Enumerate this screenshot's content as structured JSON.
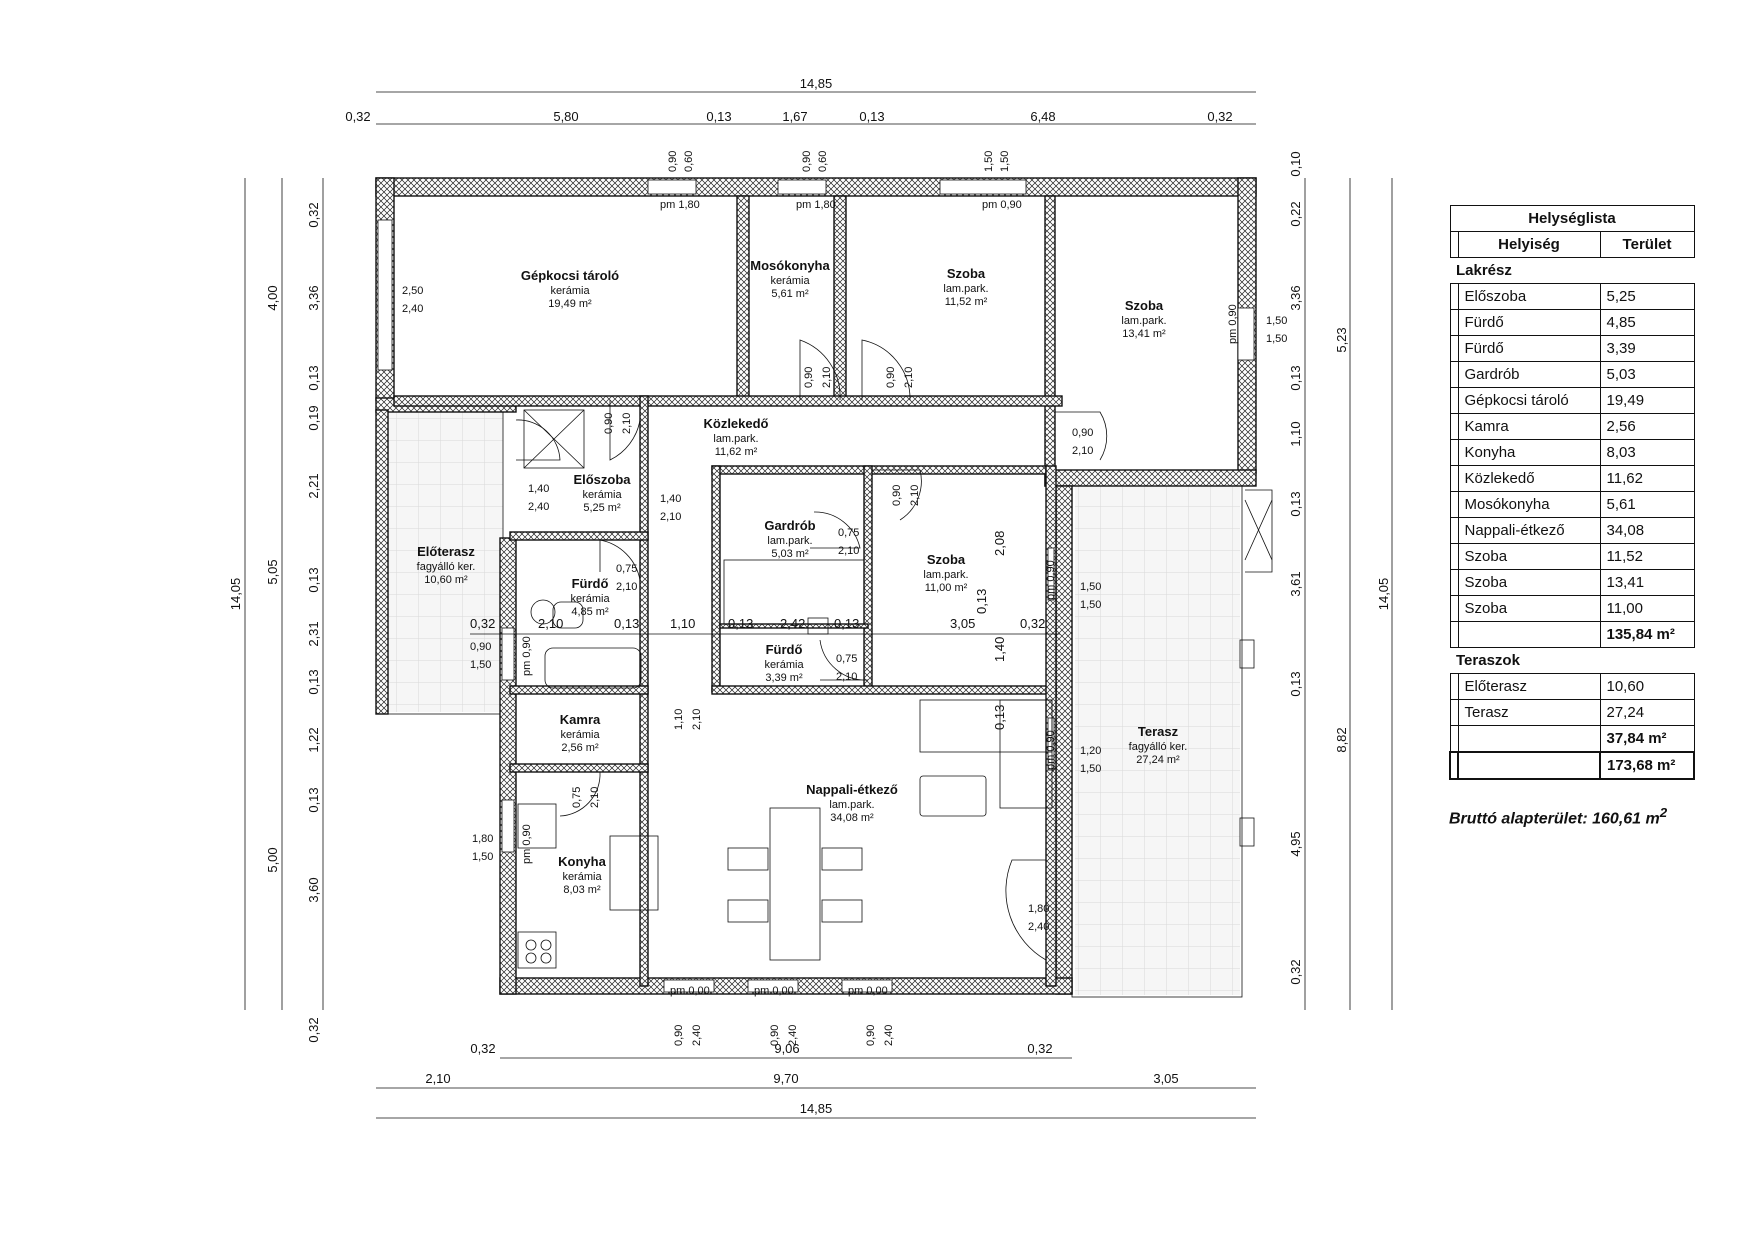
{
  "title": "Helységlista",
  "headers": {
    "room": "Helyiség",
    "area": "Terület"
  },
  "groups": [
    {
      "name": "Lakrész",
      "rows": [
        {
          "room": "Előszoba",
          "area": "5,25"
        },
        {
          "room": "Fürdő",
          "area": "4,85"
        },
        {
          "room": "Fürdő",
          "area": "3,39"
        },
        {
          "room": "Gardrób",
          "area": "5,03"
        },
        {
          "room": "Gépkocsi tároló",
          "area": "19,49"
        },
        {
          "room": "Kamra",
          "area": "2,56"
        },
        {
          "room": "Konyha",
          "area": "8,03"
        },
        {
          "room": "Közlekedő",
          "area": "11,62"
        },
        {
          "room": "Mosókonyha",
          "area": "5,61"
        },
        {
          "room": "Nappali-étkező",
          "area": "34,08"
        },
        {
          "room": "Szoba",
          "area": "11,52"
        },
        {
          "room": "Szoba",
          "area": "13,41"
        },
        {
          "room": "Szoba",
          "area": "11,00"
        }
      ],
      "subtotal": "135,84 m²"
    },
    {
      "name": "Teraszok",
      "rows": [
        {
          "room": "Előterasz",
          "area": "10,60"
        },
        {
          "room": "Terasz",
          "area": "27,24"
        }
      ],
      "subtotal": "37,84 m²"
    }
  ],
  "total": "173,68 m²",
  "brutto_label": "Bruttó alapterület:",
  "brutto_value": "160,61 m",
  "brutto_sup": "2",
  "rooms": [
    {
      "name": "Gépkocsi tároló",
      "floor": "kerámia",
      "area": "19,49 m²"
    },
    {
      "name": "Mosókonyha",
      "floor": "kerámia",
      "area": "5,61 m²"
    },
    {
      "name": "Szoba",
      "floor": "lam.park.",
      "area": "11,52 m²"
    },
    {
      "name": "Szoba",
      "floor": "lam.park.",
      "area": "13,41 m²"
    },
    {
      "name": "Közlekedő",
      "floor": "lam.park.",
      "area": "11,62 m²"
    },
    {
      "name": "Előszoba",
      "floor": "kerámia",
      "area": "5,25 m²"
    },
    {
      "name": "Előterasz",
      "floor": "fagyálló ker.",
      "area": "10,60 m²"
    },
    {
      "name": "Gardrób",
      "floor": "lam.park.",
      "area": "5,03 m²"
    },
    {
      "name": "Szoba",
      "floor": "lam.park.",
      "area": "11,00 m²"
    },
    {
      "name": "Fürdő",
      "floor": "kerámia",
      "area": "4,85 m²"
    },
    {
      "name": "Fürdő",
      "floor": "kerámia",
      "area": "3,39 m²"
    },
    {
      "name": "Kamra",
      "floor": "kerámia",
      "area": "2,56 m²"
    },
    {
      "name": "Nappali-étkező",
      "floor": "lam.park.",
      "area": "34,08 m²"
    },
    {
      "name": "Konyha",
      "floor": "kerámia",
      "area": "8,03 m²"
    },
    {
      "name": "Terasz",
      "floor": "fagyálló ker.",
      "area": "27,24 m²"
    }
  ],
  "dims": {
    "top_total": "14,85",
    "top_segments": [
      "0,32",
      "5,80",
      "0,13",
      "1,67",
      "0,13",
      "6,48",
      "0,32"
    ],
    "bottom_inner": [
      "0,32",
      "9,06",
      "0,32"
    ],
    "bottom_mid": [
      "2,10",
      "9,70",
      "3,05"
    ],
    "bottom_total": "14,85",
    "left_total": "14,05",
    "left_mid": [
      "4,00",
      "5,05",
      "5,00"
    ],
    "left_inner": [
      "0,32",
      "3,36",
      "0,13",
      "0,19",
      "2,21",
      "0,13",
      "2,31",
      "0,13",
      "1,22",
      "0,13",
      "3,60",
      "0,32"
    ],
    "right_total": "14,05",
    "right_mid": [
      "5,23",
      "8,82"
    ],
    "right_inner": [
      "0,10",
      "0,22",
      "3,36",
      "0,13",
      "1,10",
      "0,13",
      "3,61",
      "0,13",
      "4,95",
      "0,32"
    ]
  },
  "openings": {
    "w1_a": "0,90",
    "w1_b": "0,60",
    "w1_pm": "pm 1,80",
    "w2_a": "0,90",
    "w2_b": "0,60",
    "w2_pm": "pm 1,80",
    "w3_a": "1,50",
    "w3_b": "1,50",
    "w3_pm": "pm 0,90",
    "garage_a": "2,50",
    "garage_b": "2,40",
    "szoba2_a": "1,50",
    "szoba2_b": "1,50",
    "szoba2_pm": "pm 0,90",
    "d_mos_a": "0,90",
    "d_mos_b": "2,10",
    "d_szoba1_a": "0,90",
    "d_szoba1_b": "2,10",
    "d_szoba2_a": "0,90",
    "d_szoba2_b": "2,10",
    "d_kozl_a": "0,90",
    "d_kozl_b": "2,10",
    "d_elo_a": "1,40",
    "d_elo_b": "2,40",
    "d_kozl2_a": "1,40",
    "d_kozl2_b": "2,10",
    "d_szoba3_a": "0,90",
    "d_szoba3_b": "2,10",
    "d_gard_a": "0,75",
    "d_gard_b": "2,10",
    "d_furdo1_a": "0,75",
    "d_furdo1_b": "2,10",
    "d_furdo2_a": "0,75",
    "d_furdo2_b": "2,10",
    "w_szoba3_a": "1,50",
    "w_szoba3_b": "1,50",
    "w_szoba3_pm": "pm 0,90",
    "w_furdo_a": "0,90",
    "w_furdo_b": "1,50",
    "w_furdo_pm": "pm 0,90",
    "d_nappali_a": "1,20",
    "d_nappali_b": "1,50",
    "d_nappali_pm": "pm 0,90",
    "d_kamra_a": "1,10",
    "d_kamra_b": "2,10",
    "d_konyha_a": "0,75",
    "d_konyha_b": "2,10",
    "w_konyha_a": "1,80",
    "w_konyha_b": "1,50",
    "w_konyha_pm": "pm 0,90",
    "d_terasz_a": "1,80",
    "d_terasz_b": "2,40",
    "wb1_a": "0,90",
    "wb1_b": "2,40",
    "wb1_pm": "pm 0,00",
    "wb2_a": "0,90",
    "wb2_b": "2,40",
    "wb2_pm": "pm 0,00",
    "wb3_a": "0,90",
    "wb3_b": "2,40",
    "wb3_pm": "pm 0,00"
  },
  "inner": {
    "a": "0,32",
    "b": "2,10",
    "c": "0,13",
    "d": "1,10",
    "e": "0,13",
    "f": "2,42",
    "g": "0,13",
    "h": "3,05",
    "i": "0,32",
    "j": "2,08",
    "k": "0,13",
    "l": "1,40",
    "m": "0,13"
  }
}
